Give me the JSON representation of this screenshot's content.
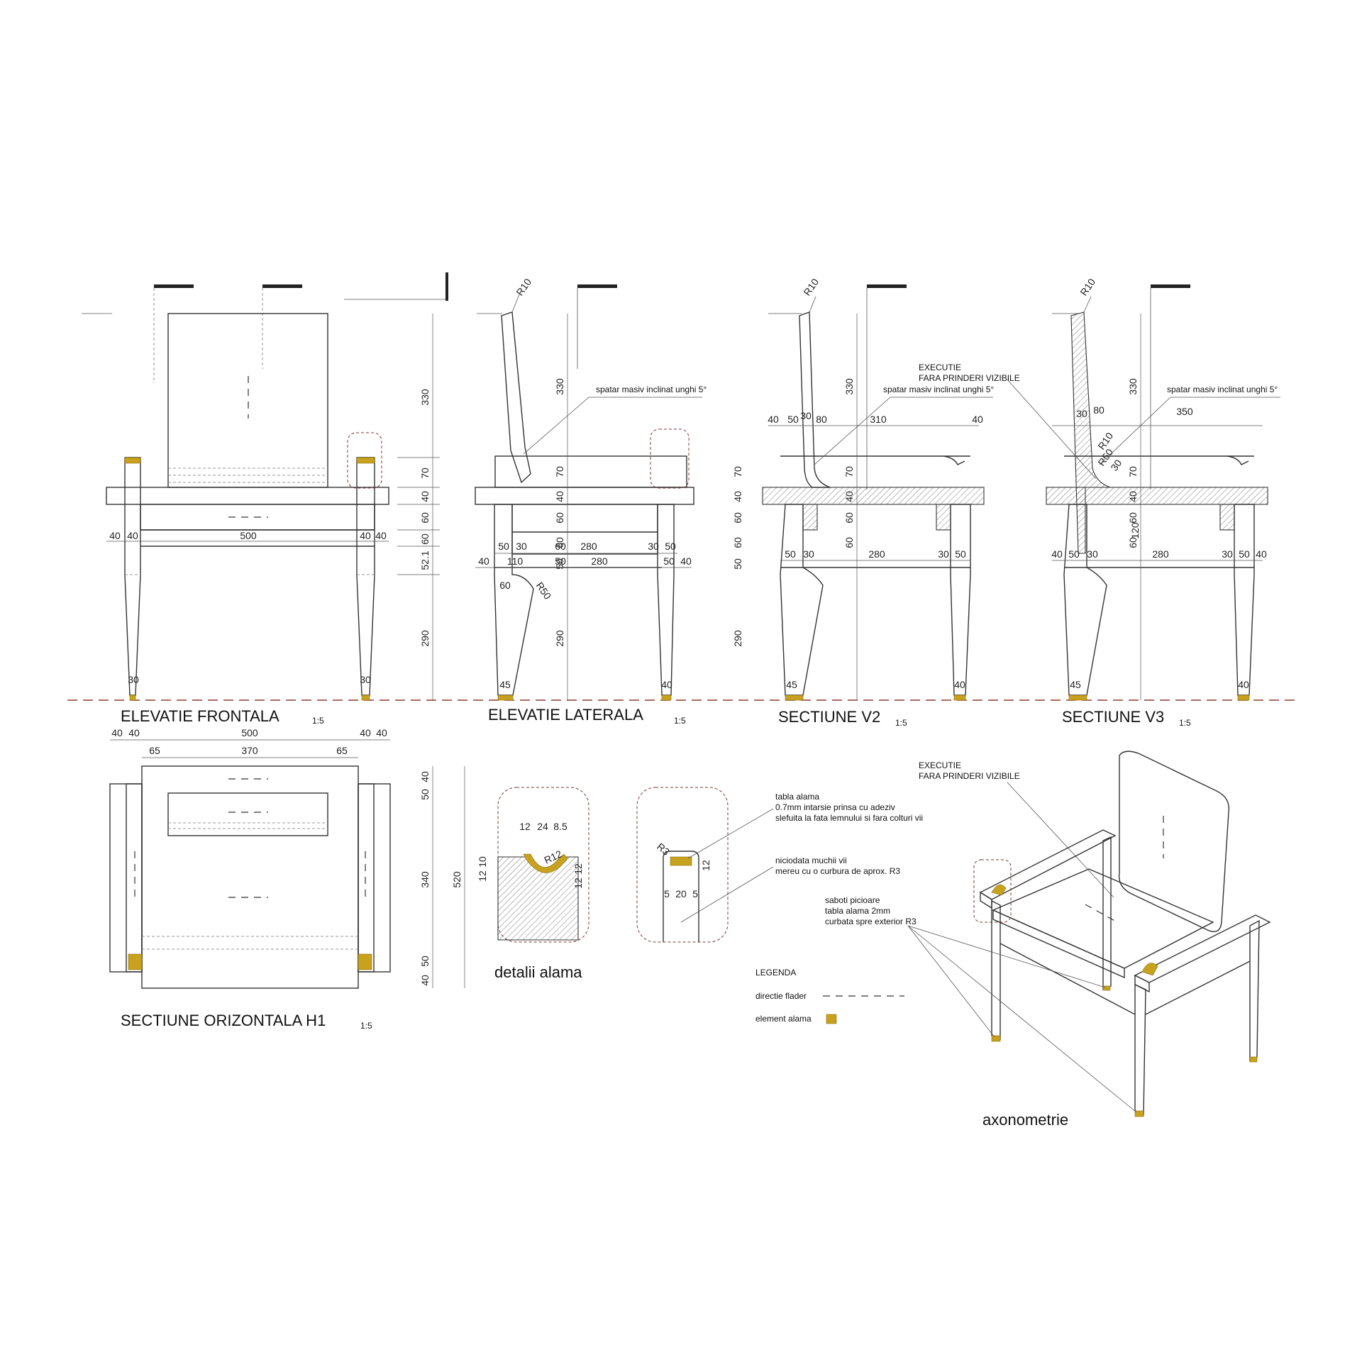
{
  "titles": {
    "front": "ELEVATIE FRONTALA",
    "side": "ELEVATIE LATERALA",
    "v2": "SECTIUNE V2",
    "v3": "SECTIUNE V3",
    "h1": "SECTIUNE ORIZONTALA H1",
    "details": "detalii alama",
    "axo": "axonometrie",
    "scale": "1:5"
  },
  "notes": {
    "backrest": "spatar masiv inclinat unghi 5°",
    "exec_line1": "EXECUTIE",
    "exec_line2": "FARA PRINDERI VIZIBILE",
    "brass_sheet_1": "tabla alama",
    "brass_sheet_2": "0.7mm  intarsie prinsa cu adeziv",
    "brass_sheet_3": "slefuita la fata lemnului si fara colturi vii",
    "edges_1": "niciodata muchii vii",
    "edges_2": "mereu cu o curbura de aprox. R3",
    "feet_1": "saboti picioare",
    "feet_2": "tabla alama 2mm",
    "feet_3": "curbata spre exterior R3"
  },
  "legend": {
    "title": "LEGENDA",
    "grain": "directie flader",
    "brass": "element alama"
  },
  "colors": {
    "brass": "#c8a21e",
    "ground_line": "#8b3a2a"
  },
  "dims": {
    "d330": "330",
    "d70": "70",
    "d40": "40",
    "d60": "60",
    "d50": "50",
    "d52": "52.1",
    "d290": "290",
    "d500": "500",
    "d30": "30",
    "d45": "45",
    "d110": "110",
    "d280": "280",
    "d80": "80",
    "d310": "310",
    "d350": "350",
    "d120": "120",
    "d370": "370",
    "d65": "65",
    "d340": "340",
    "d520": "520",
    "d12": "12",
    "d10": "10",
    "d24": "24",
    "d85": "8.5",
    "d20": "20",
    "d5": "5",
    "r10": "R10",
    "r50": "R50",
    "r12": "R12",
    "r3": "R3"
  }
}
